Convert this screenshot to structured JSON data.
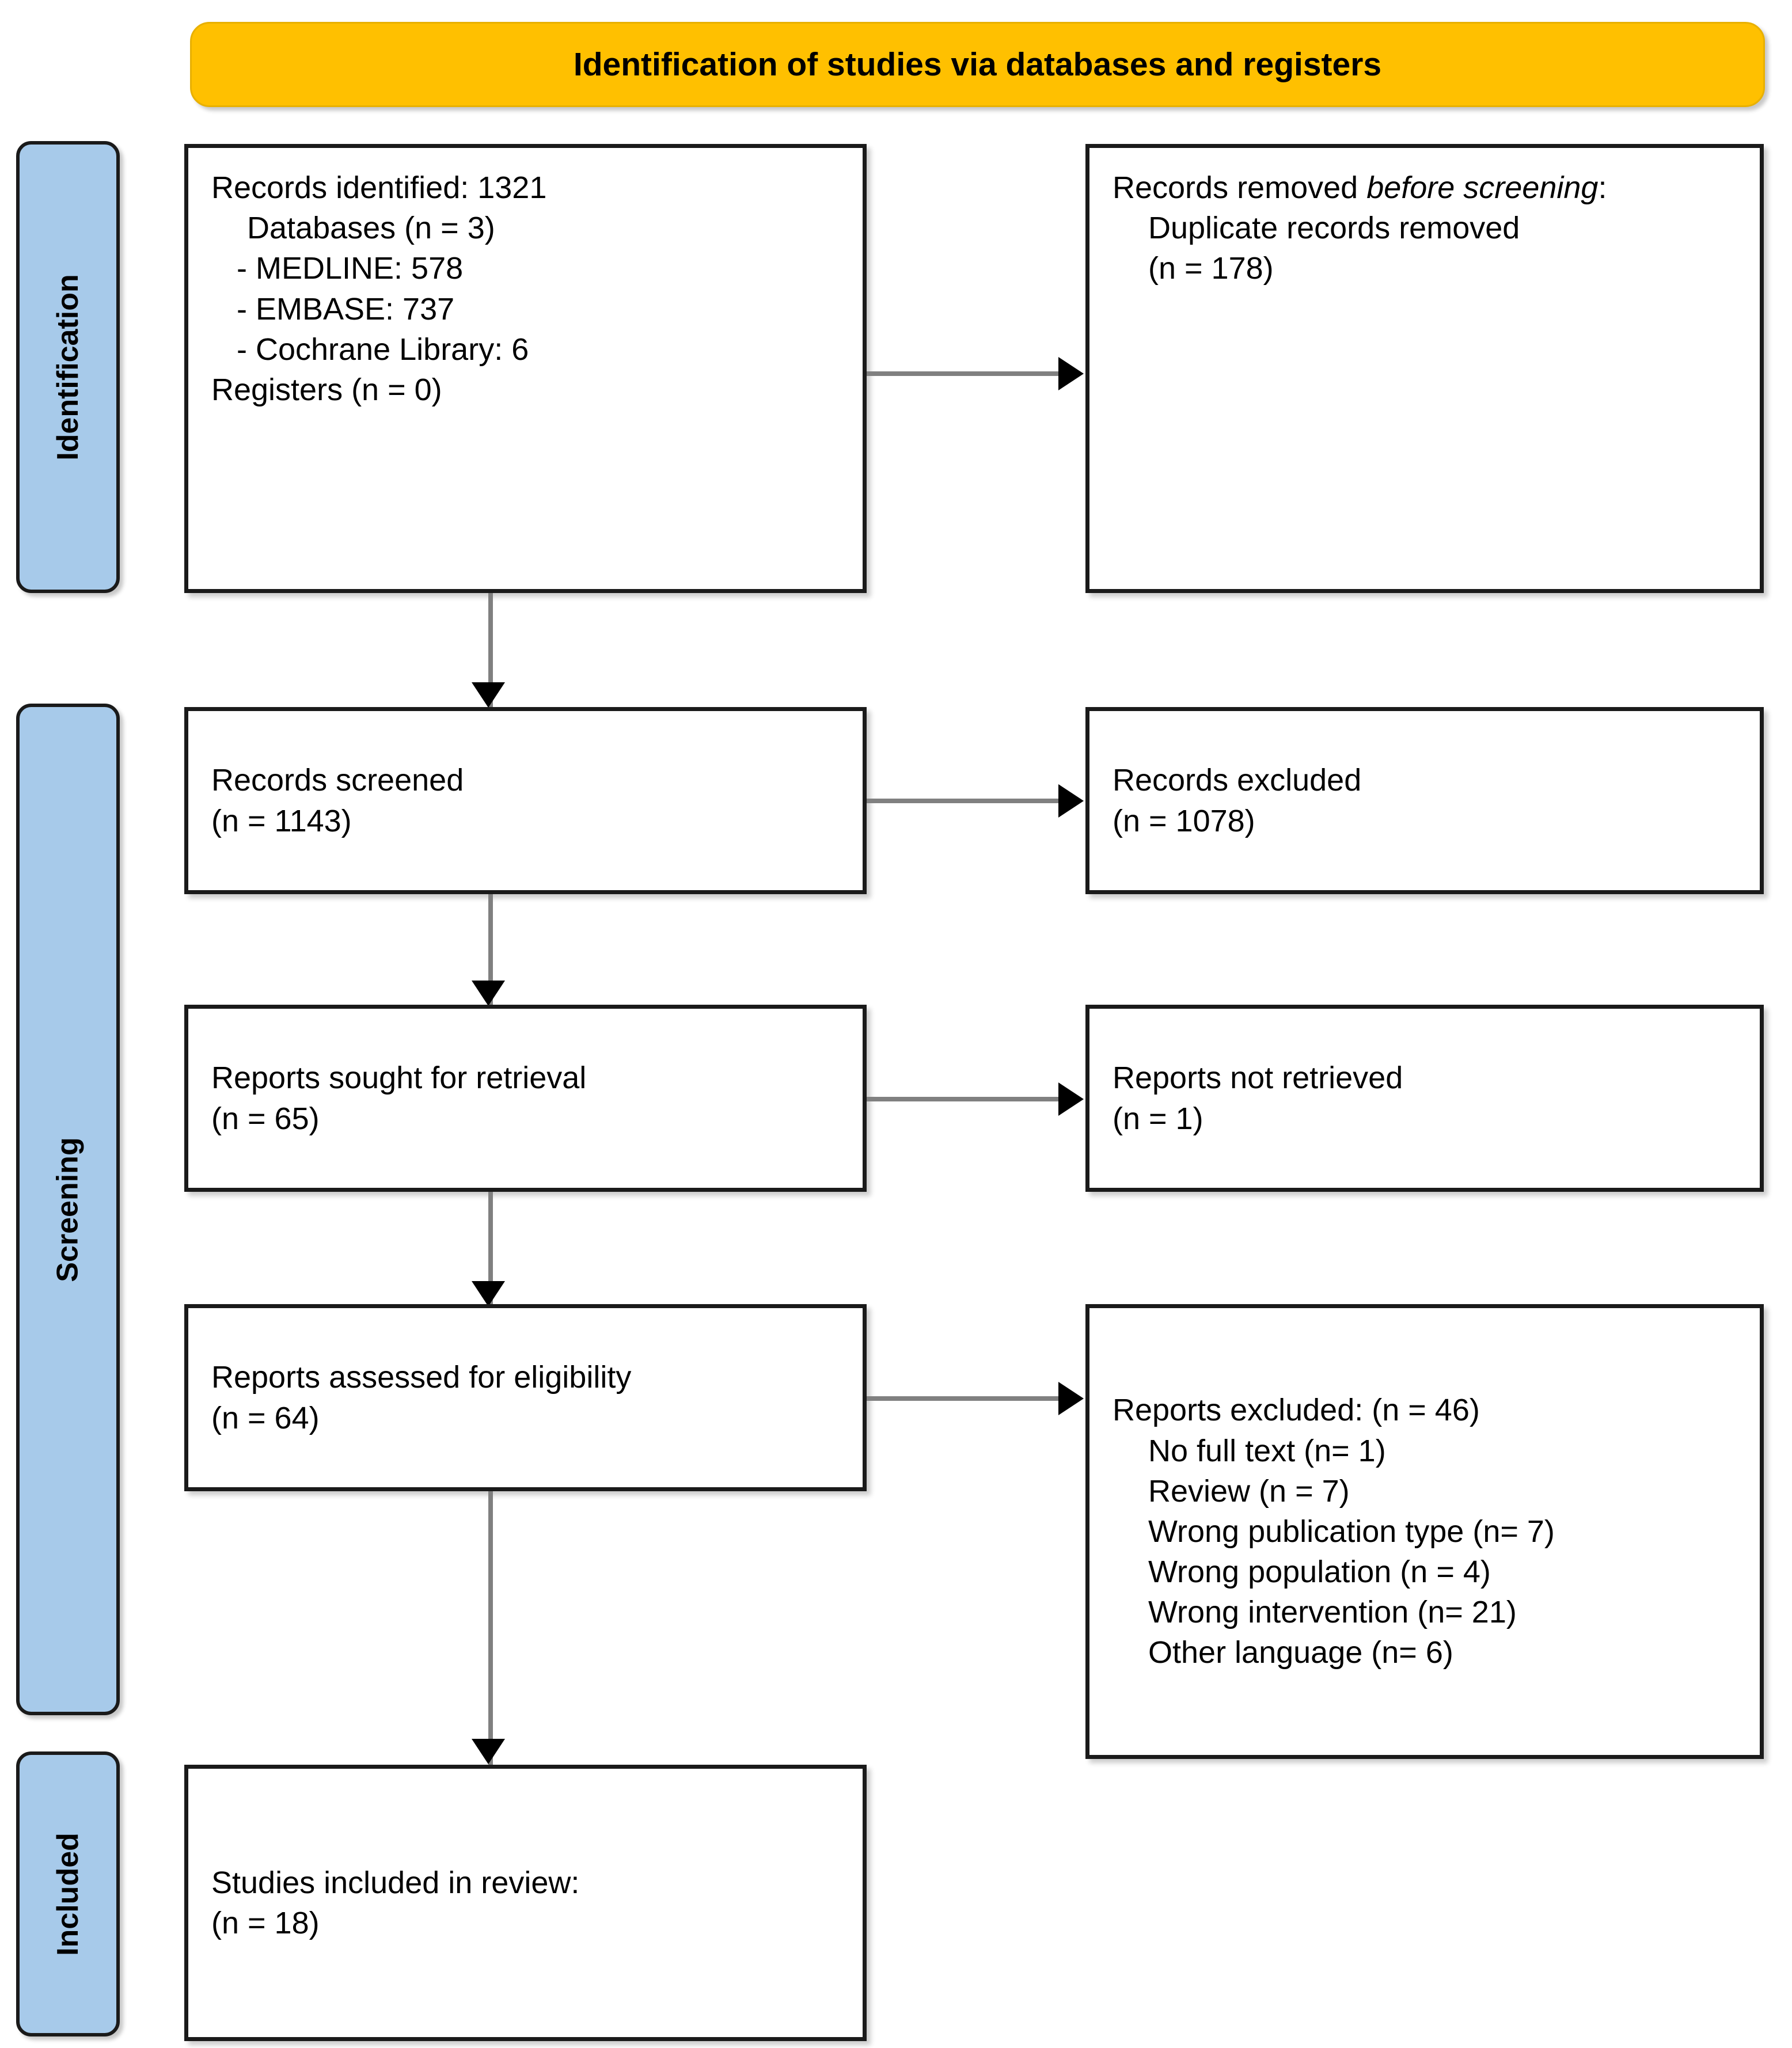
{
  "diagram": {
    "type": "prisma-flow-diagram",
    "title": "Identification of studies via databases and registers",
    "accent_colors": {
      "header_fill": "#FFC000",
      "stage_tab_fill": "#A7CAEA",
      "box_border": "#1A1A1A",
      "connector": "#808080",
      "arrowhead": "#000000",
      "box_fill": "#FFFFFF"
    }
  },
  "header": {
    "label": "Identification of studies via databases and registers"
  },
  "stages": [
    {
      "id": "identification",
      "label": "Identification"
    },
    {
      "id": "screening",
      "label": "Screening"
    },
    {
      "id": "included",
      "label": "Included"
    }
  ],
  "boxes": {
    "records_identified": {
      "name": "records-identified",
      "lines": [
        {
          "text": "Records identified: 1321",
          "indent": 0
        },
        {
          "text": "Databases (n = 3)",
          "indent": 1
        },
        {
          "text": "- MEDLINE: 578",
          "indent": 2
        },
        {
          "text": "- EMBASE: 737",
          "indent": 2
        },
        {
          "text": "- Cochrane Library: 6",
          "indent": 2
        },
        {
          "text": "Registers (n = 0)",
          "indent": 0
        }
      ]
    },
    "records_removed": {
      "name": "records-removed-before-screening",
      "title_prefix": "Records removed ",
      "title_italic": "before screening",
      "title_suffix": ":",
      "lines": [
        {
          "text": "Duplicate records removed",
          "indent": 1
        },
        {
          "text": "(n = 178)",
          "indent": 1
        }
      ]
    },
    "records_screened": {
      "name": "records-screened",
      "lines": [
        {
          "text": "Records screened",
          "indent": 0
        },
        {
          "text": "(n = 1143)",
          "indent": 0
        }
      ]
    },
    "records_excluded": {
      "name": "records-excluded",
      "lines": [
        {
          "text": "Records excluded",
          "indent": 0
        },
        {
          "text": "(n = 1078)",
          "indent": 0
        }
      ]
    },
    "reports_sought": {
      "name": "reports-sought-for-retrieval",
      "lines": [
        {
          "text": "Reports sought for retrieval",
          "indent": 0
        },
        {
          "text": "(n = 65)",
          "indent": 0
        }
      ]
    },
    "reports_not_retrieved": {
      "name": "reports-not-retrieved",
      "lines": [
        {
          "text": "Reports not retrieved",
          "indent": 0
        },
        {
          "text": "(n = 1)",
          "indent": 0
        }
      ]
    },
    "reports_assessed": {
      "name": "reports-assessed-for-eligibility",
      "lines": [
        {
          "text": "Reports assessed for eligibility",
          "indent": 0
        },
        {
          "text": "(n = 64)",
          "indent": 0
        }
      ]
    },
    "reports_excluded": {
      "name": "reports-excluded",
      "lines": [
        {
          "text": "Reports excluded: (n = 46)",
          "indent": 0
        },
        {
          "text": "No full text (n= 1)",
          "indent": 1
        },
        {
          "text": "Review (n = 7)",
          "indent": 1
        },
        {
          "text": "Wrong publication type (n= 7)",
          "indent": 1
        },
        {
          "text": "Wrong population (n = 4)",
          "indent": 1
        },
        {
          "text": "Wrong intervention (n= 21)",
          "indent": 1
        },
        {
          "text": "Other language (n= 6)",
          "indent": 1
        }
      ]
    },
    "studies_included": {
      "name": "studies-included-in-review",
      "lines": [
        {
          "text": "Studies included in review:",
          "indent": 0
        },
        {
          "text": "(n = 18)",
          "indent": 0
        }
      ]
    }
  },
  "flow_data": {
    "identified_total": 1321,
    "databases_count": 3,
    "medline": 578,
    "embase": 737,
    "cochrane_library": 6,
    "registers_count": 0,
    "duplicates_removed": 178,
    "screened": 1143,
    "excluded_at_screening": 1078,
    "sought_for_retrieval": 65,
    "not_retrieved": 1,
    "assessed_for_eligibility": 64,
    "reports_excluded_total": 46,
    "exclusion_reasons": [
      {
        "reason": "No full text",
        "n": 1
      },
      {
        "reason": "Review",
        "n": 7
      },
      {
        "reason": "Wrong publication type",
        "n": 7
      },
      {
        "reason": "Wrong population",
        "n": 4
      },
      {
        "reason": "Wrong intervention",
        "n": 21
      },
      {
        "reason": "Other language",
        "n": 6
      }
    ],
    "studies_included": 18
  }
}
